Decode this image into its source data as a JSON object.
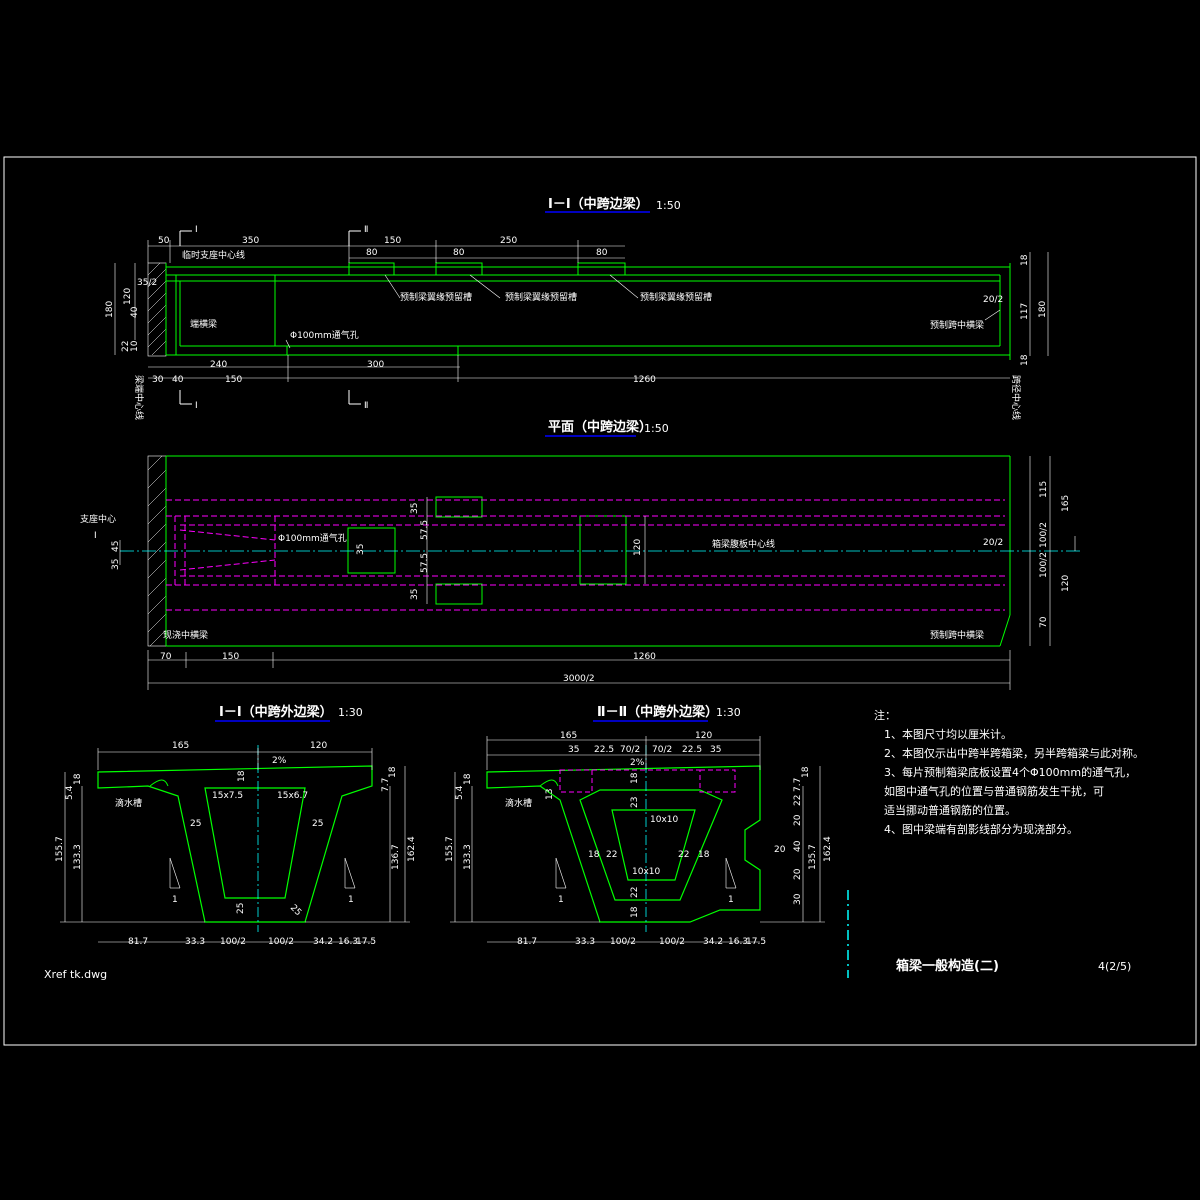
{
  "colors": {
    "background": "#000000",
    "outline": "#00ff00",
    "dimension": "#ffffff",
    "hidden": "#ff00ff",
    "centerline": "#00ffff",
    "title_underline": "#0000ff"
  },
  "file_label": "Xref tk.dwg",
  "elevation": {
    "title": "Ⅰ－Ⅰ（中跨边梁）",
    "scale": "1:50",
    "section_marks": [
      "Ⅰ",
      "Ⅱ",
      "Ⅰ",
      "Ⅱ"
    ],
    "top_dims": [
      "50",
      "350",
      "150",
      "250",
      "80",
      "80",
      "80"
    ],
    "bottom_dims": [
      "240",
      "300",
      "30",
      "40",
      "150",
      "1260"
    ],
    "left_dims": [
      "180",
      "120",
      "35/2",
      "40",
      "22",
      "10"
    ],
    "right_dims": [
      "18",
      "180",
      "117",
      "18",
      "20/2"
    ],
    "labels": {
      "bearing_center": "临时支座中心线",
      "end_diaphragm": "端横梁",
      "vent": "Φ100mm通气孔",
      "anchor1": "预制梁翼缘预留槽",
      "anchor2": "预制梁翼缘预留槽",
      "anchor3": "预制梁翼缘预留槽",
      "midspan": "预制跨中横梁",
      "left_vertical": "梁端中心线",
      "right_vertical": "跨径中心线"
    }
  },
  "plan": {
    "title": "平面（中跨边梁）",
    "scale": "1:50",
    "labels": {
      "support_center": "支座中心",
      "vent": "Φ100mm通气孔",
      "beam_center": "箱梁腹板中心线",
      "end_beam": "现浇中横梁",
      "mid_beam": "预制跨中横梁",
      "half": "20/2"
    },
    "left_dims": [
      "45",
      "35",
      "I"
    ],
    "inner_dims": [
      "35",
      "57.5",
      "57.5",
      "35",
      "35",
      "120"
    ],
    "right_dims": [
      "115",
      "165",
      "100/2",
      "100/2",
      "120",
      "70"
    ],
    "bottom_dims": [
      "70",
      "150",
      "1260",
      "3000/2"
    ]
  },
  "section1": {
    "title": "Ⅰ－Ⅰ（中跨外边梁）",
    "scale": "1:30",
    "top_dims": [
      "165",
      "120"
    ],
    "slope": "2%",
    "inner_labels": [
      "15x7.5",
      "15x6.7",
      "25",
      "25",
      "25",
      "18",
      "25"
    ],
    "drip": "滴水槽",
    "left_dims": [
      "18",
      "5.4",
      "155.7",
      "133.3"
    ],
    "right_dims": [
      "18",
      "7.7",
      "162.4",
      "136.7"
    ],
    "bottom_dims": [
      "81.7",
      "33.3",
      "100/2",
      "100/2",
      "34.2",
      "16.3",
      "17.5"
    ],
    "mark": "1"
  },
  "section2": {
    "title": "Ⅱ－Ⅱ（中跨外边梁）",
    "scale": "1:30",
    "top_dims": [
      "165",
      "120",
      "35",
      "22.5",
      "70/2",
      "70/2",
      "22.5",
      "35"
    ],
    "slope": "2%",
    "inner_labels": [
      "10x10",
      "10x10",
      "18",
      "18",
      "22",
      "22",
      "23",
      "18",
      "18",
      "22",
      "20"
    ],
    "drip": "滴水槽",
    "left_dims": [
      "18",
      "5.4",
      "13",
      "155.7",
      "133.3"
    ],
    "right_dims": [
      "18",
      "7.7",
      "22",
      "20",
      "40",
      "20",
      "30",
      "162.4",
      "135.7"
    ],
    "bottom_dims": [
      "81.7",
      "33.3",
      "100/2",
      "100/2",
      "34.2",
      "16.3",
      "17.5"
    ],
    "mark": "1"
  },
  "notes": {
    "heading": "注：",
    "items": [
      "1、本图尺寸均以厘米计。",
      "2、本图仅示出中跨半跨箱梁，另半跨箱梁与此对称。",
      "3、每片预制箱梁底板设置4个Φ100mm的通气孔，",
      "   如图中通气孔的位置与普通钢筋发生干扰，可",
      "   适当挪动普通钢筋的位置。",
      "4、图中梁端有剖影线部分为现浇部分。"
    ]
  },
  "title_block": {
    "name": "箱梁一般构造(二)",
    "sheet": "4(2/5)"
  }
}
